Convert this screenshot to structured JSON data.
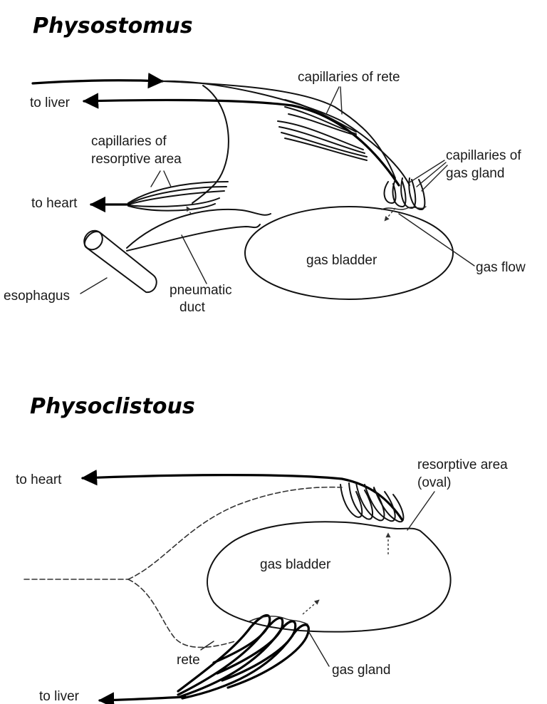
{
  "top": {
    "title": "Physostomus",
    "labels": {
      "to_liver": "to liver",
      "capillaries_rete": "capillaries of rete",
      "capillaries_resorptive_1": "capillaries of",
      "capillaries_resorptive_2": "resorptive area",
      "capillaries_gland_1": "capillaries of",
      "capillaries_gland_2": "gas gland",
      "to_heart": "to heart",
      "gas_bladder": "gas bladder",
      "gas_flow": "gas flow",
      "esophagus": "esophagus",
      "pneumatic_1": "pneumatic",
      "pneumatic_2": "duct"
    }
  },
  "bottom": {
    "title": "Physoclistous",
    "labels": {
      "to_heart": "to heart",
      "resorptive_1": "resorptive area",
      "resorptive_2": "(oval)",
      "gas_bladder": "gas bladder",
      "rete": "rete",
      "gas_gland": "gas gland",
      "to_liver": "to liver"
    }
  }
}
